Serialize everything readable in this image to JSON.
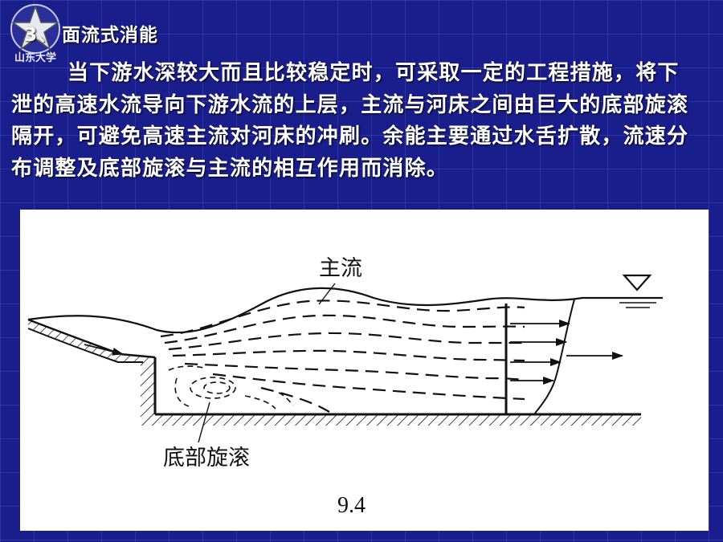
{
  "slide": {
    "logo_text": "山东大学",
    "heading_number": "3、",
    "heading_title": "面流式消能",
    "paragraph": "当下游水深较大而且比较稳定时，可采取一定的工程措施，将下泄的高速水流导向下游水流的上层，主流与河床之间由巨大的底部旋滚隔开，可避免高速主流对河床的冲刷。余能主要通过水舌扩散，流速分布调整及底部旋滚与主流的相互作用而消除。"
  },
  "figure": {
    "label_main_flow": "主流",
    "label_bottom_roller": "底部旋滚",
    "caption": "9.4"
  },
  "colors": {
    "background": "#1a1e8c",
    "text": "#ffffff",
    "panel": "#ffffff",
    "ink": "#111111"
  }
}
